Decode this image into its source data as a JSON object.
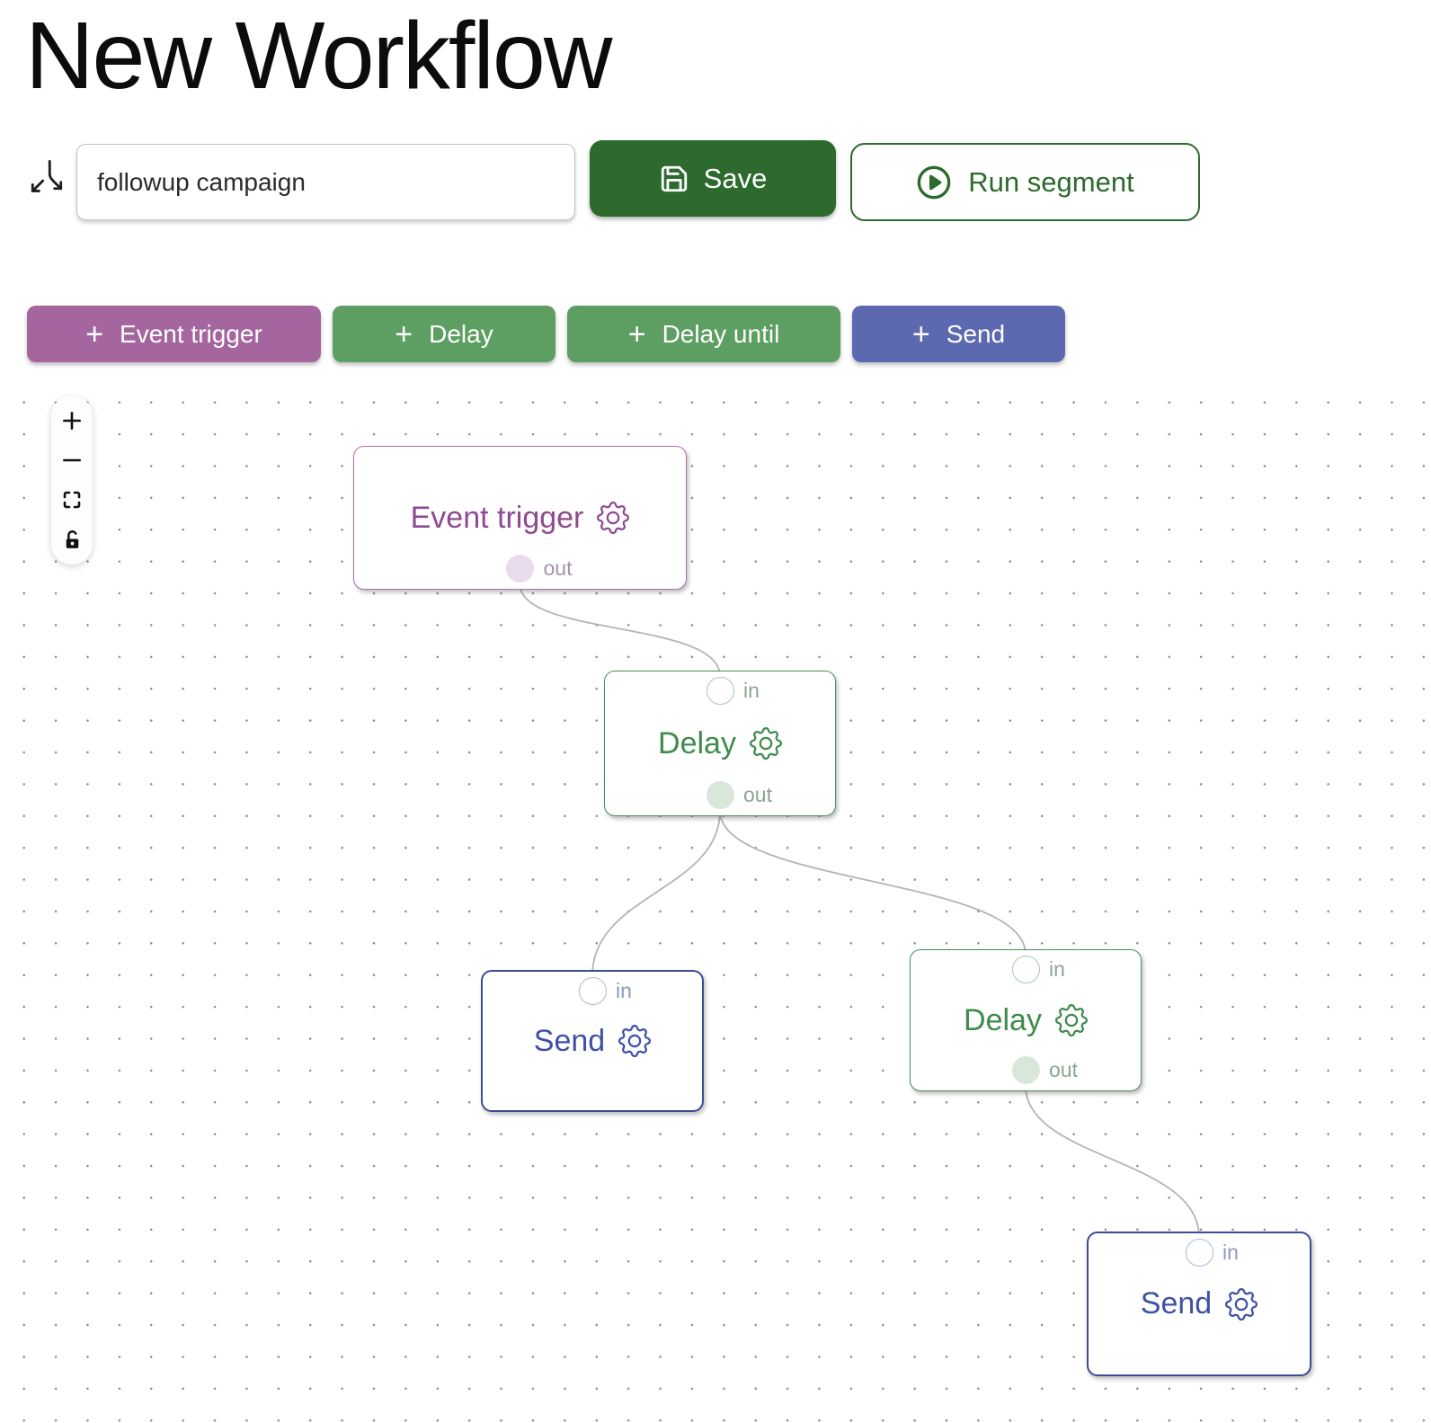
{
  "page": {
    "title": "New Workflow"
  },
  "toolbar": {
    "workflow_name": {
      "value": "followup campaign"
    },
    "save_label": "Save",
    "run_label": "Run segment"
  },
  "palette": {
    "plus_sign": "+",
    "items": [
      {
        "label": "Event trigger",
        "type": "event-trigger",
        "color": "#a5669f"
      },
      {
        "label": "Delay",
        "type": "delay",
        "color": "#5d9e62"
      },
      {
        "label": "Delay until",
        "type": "delay-until",
        "color": "#5d9e62"
      },
      {
        "label": "Send",
        "type": "send",
        "color": "#5c68b0"
      }
    ]
  },
  "canvas": {
    "controls": [
      {
        "name": "zoom-in"
      },
      {
        "name": "zoom-out"
      },
      {
        "name": "fit-view"
      },
      {
        "name": "toggle-interactivity-unlocked"
      }
    ],
    "nodes": [
      {
        "id": "event-trigger-1",
        "type": "event-trigger",
        "title": "Event trigger",
        "ports": {
          "out": "out"
        }
      },
      {
        "id": "delay-1",
        "type": "delay",
        "title": "Delay",
        "ports": {
          "in": "in",
          "out": "out"
        }
      },
      {
        "id": "send-1",
        "type": "send",
        "title": "Send",
        "ports": {
          "in": "in"
        }
      },
      {
        "id": "delay-2",
        "type": "delay",
        "title": "Delay",
        "ports": {
          "in": "in",
          "out": "out"
        }
      },
      {
        "id": "send-2",
        "type": "send",
        "title": "Send",
        "ports": {
          "in": "in"
        }
      }
    ],
    "edges": [
      {
        "from": "event-trigger-1.out",
        "to": "delay-1.in"
      },
      {
        "from": "delay-1.out",
        "to": "send-1.in"
      },
      {
        "from": "delay-1.out",
        "to": "delay-2.in"
      },
      {
        "from": "delay-2.out",
        "to": "send-2.in"
      }
    ]
  },
  "colors": {
    "save_green": "#2d6a2e",
    "run_green": "#2d6a2e",
    "trigger_purple": "#a5669f",
    "delay_green": "#5d9e62",
    "send_indigo": "#5c68b0",
    "node_trigger_text": "#8e4a92",
    "node_delay_text": "#3e8b4c",
    "node_send_text": "#3f51a5",
    "edge_gray": "#b3b3b9"
  }
}
